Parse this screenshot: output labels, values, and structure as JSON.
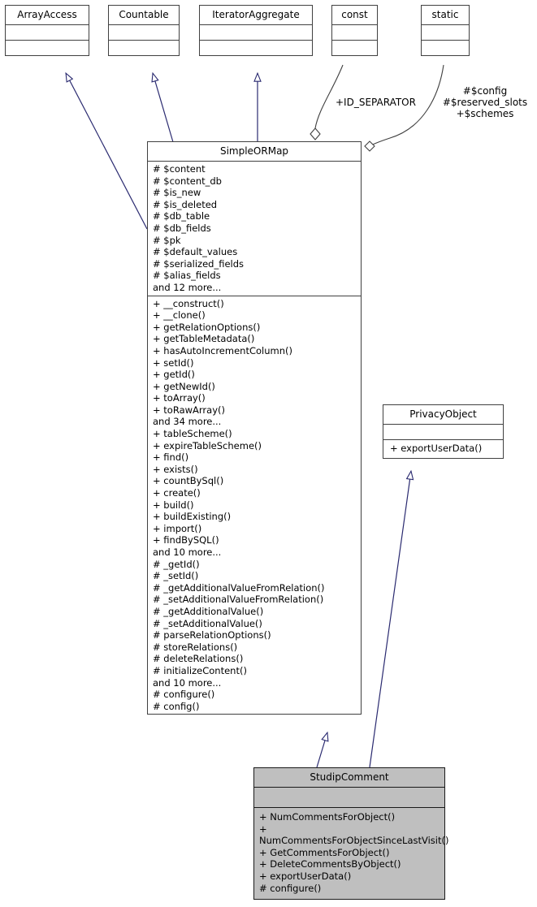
{
  "diagram": {
    "type": "uml-class-diagram",
    "classes": [
      {
        "id": "array-access",
        "name": "ArrayAccess",
        "attributes": [],
        "methods": [],
        "filled": false
      },
      {
        "id": "countable",
        "name": "Countable",
        "attributes": [],
        "methods": [],
        "filled": false
      },
      {
        "id": "iterator-aggregate",
        "name": "IteratorAggregate",
        "attributes": [],
        "methods": [],
        "filled": false
      },
      {
        "id": "const",
        "name": "const",
        "attributes": [],
        "methods": [],
        "filled": false
      },
      {
        "id": "static",
        "name": "static",
        "attributes": [],
        "methods": [],
        "filled": false
      },
      {
        "id": "simple-ormap",
        "name": "SimpleORMap",
        "attributes": [
          "# $content",
          "# $content_db",
          "# $is_new",
          "# $is_deleted",
          "# $db_table",
          "# $db_fields",
          "# $pk",
          "# $default_values",
          "# $serialized_fields",
          "# $alias_fields",
          "and 12 more..."
        ],
        "methods": [
          "+ __construct()",
          "+ __clone()",
          "+ getRelationOptions()",
          "+ getTableMetadata()",
          "+ hasAutoIncrementColumn()",
          "+ setId()",
          "+ getId()",
          "+ getNewId()",
          "+ toArray()",
          "+ toRawArray()",
          "and 34 more...",
          "+ tableScheme()",
          "+ expireTableScheme()",
          "+ find()",
          "+ exists()",
          "+ countBySql()",
          "+ create()",
          "+ build()",
          "+ buildExisting()",
          "+ import()",
          "+ findBySQL()",
          "and 10 more...",
          "# _getId()",
          "# _setId()",
          "# _getAdditionalValueFromRelation()",
          "# _setAdditionalValueFromRelation()",
          "# _getAdditionalValue()",
          "# _setAdditionalValue()",
          "# parseRelationOptions()",
          "# storeRelations()",
          "# deleteRelations()",
          "# initializeContent()",
          "and 10 more...",
          "# configure()",
          "# config()"
        ],
        "filled": false
      },
      {
        "id": "privacy-object",
        "name": "PrivacyObject",
        "attributes": [],
        "methods": [
          "+ exportUserData()"
        ],
        "filled": false
      },
      {
        "id": "studip-comment",
        "name": "StudipComment",
        "attributes": [],
        "methods": [
          "+ NumCommentsForObject()",
          "+ NumCommentsForObjectSinceLastVisit()",
          "+ GetCommentsForObject()",
          "+ DeleteCommentsByObject()",
          "+ exportUserData()",
          "# configure()"
        ],
        "filled": true
      }
    ],
    "edge_labels": [
      {
        "id": "id-separator",
        "text": "+ID_SEPARATOR"
      },
      {
        "id": "static-members-line1",
        "text": "#$config"
      },
      {
        "id": "static-members-line2",
        "text": "#$reserved_slots"
      },
      {
        "id": "static-members-line3",
        "text": "+$schemes"
      }
    ],
    "colors": {
      "inheritance_arrow": "#2a2a70",
      "association_line": "#404040",
      "box_border": "#404040",
      "filled_box_fill": "#bfbfbf",
      "filled_box_border": "#1a1a1a",
      "background": "#ffffff",
      "text": "#000000"
    }
  }
}
